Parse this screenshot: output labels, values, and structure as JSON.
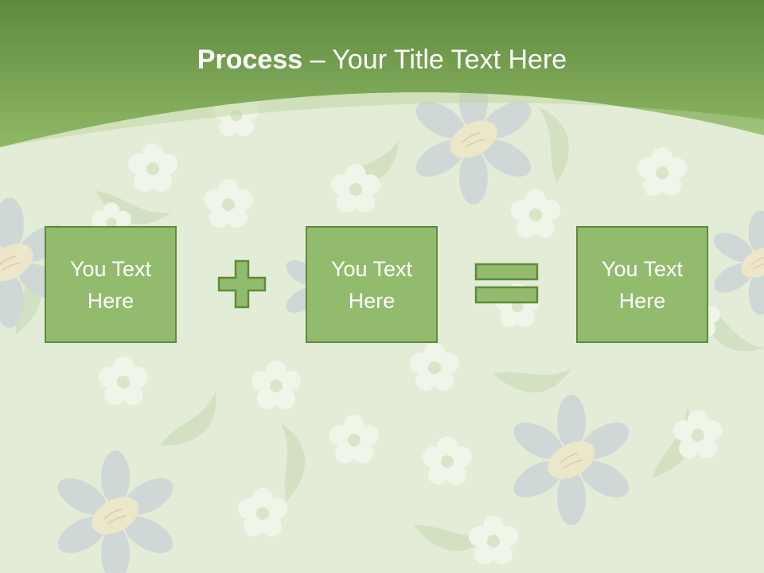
{
  "slide": {
    "title_bold": "Process",
    "title_rest": " – Your Title Text Here",
    "boxes": [
      {
        "text": "You Text Here"
      },
      {
        "text": "You Text Here"
      },
      {
        "text": "You Text Here"
      }
    ],
    "operators": [
      "plus-icon",
      "equals-icon"
    ]
  },
  "colors": {
    "header_green": "#7aa853",
    "box_fill": "#93bb6e",
    "box_border": "#5f8a3c",
    "background": "#e2ecd6",
    "text": "#ffffff"
  }
}
